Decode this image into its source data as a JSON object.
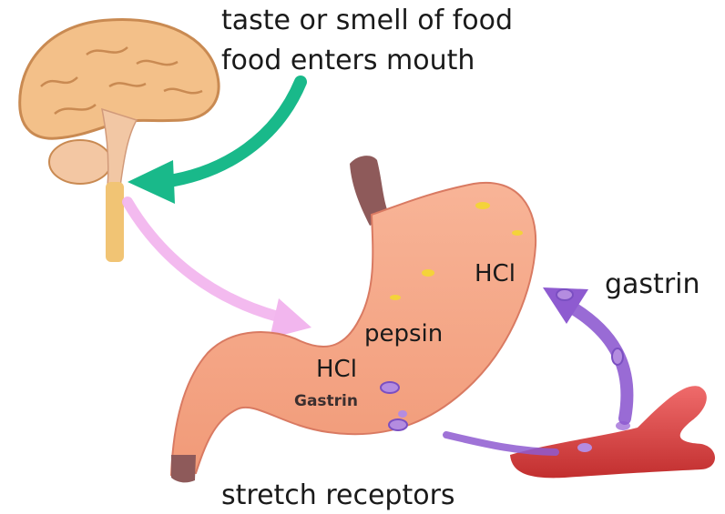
{
  "labels": {
    "trigger_line1": "taste or smell of food",
    "trigger_line2": "food enters mouth",
    "gastrin_hormone": "gastrin",
    "hcl_upper": "HCl",
    "pepsin": "pepsin",
    "hcl_lower": "HCl",
    "gastrin_cells": "Gastrin",
    "stretch_receptors": "stretch receptors"
  },
  "colors": {
    "brain": "#f3c089",
    "brain_outline": "#c98a52",
    "brainstem": "#f2c7a4",
    "spinal_cord": "#f1c474",
    "stomach": "#f6a182",
    "stomach_outline": "#d97a62",
    "esophagus": "#8e5a5a",
    "green_arrow": "#19b98a",
    "pink_arrow": "#f2b6ee",
    "purple_arrow": "#8e5bd0",
    "blood_vessel": "#d63a3a",
    "gastrin_dot": "#b48ce0",
    "acid_dot": "#f4d33a"
  }
}
